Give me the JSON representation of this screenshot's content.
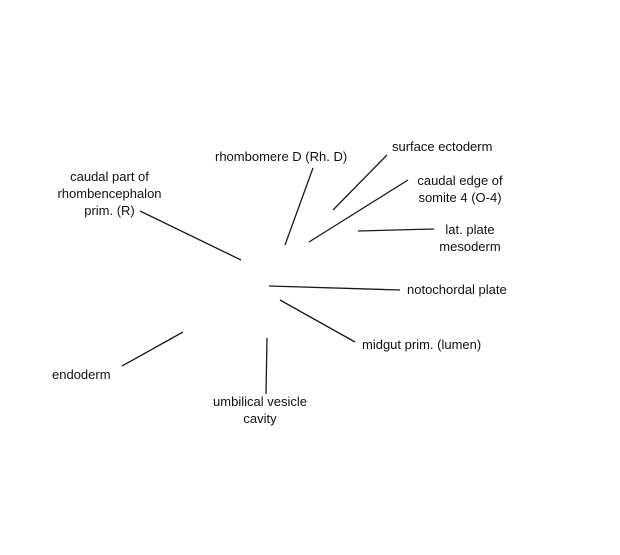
{
  "labels": {
    "caudal_part": [
      "caudal part of",
      "rhombencephalon",
      "prim. (R)"
    ],
    "rhombomere_d": "rhombomere D (Rh. D)",
    "surface_ectoderm": "surface ectoderm",
    "caudal_edge": [
      "caudal edge of",
      "somite 4 (O-4)"
    ],
    "lat_plate": [
      "lat. plate",
      "mesoderm"
    ],
    "notochordal_plate": "notochordal plate",
    "midgut": "midgut prim. (lumen)",
    "endoderm": "endoderm",
    "umbilical": [
      "umbilical vesicle",
      "cavity"
    ]
  }
}
